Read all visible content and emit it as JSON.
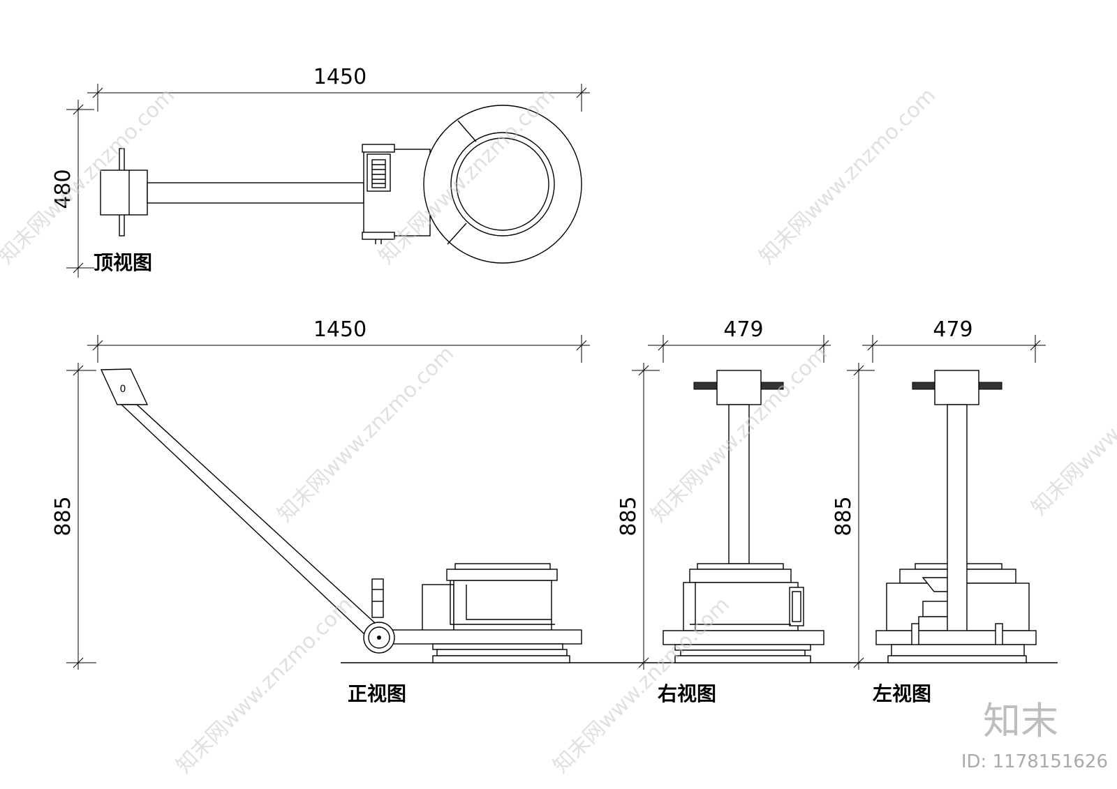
{
  "top_view": {
    "label": "顶视图",
    "width_dim": "1450",
    "height_dim": "480"
  },
  "front_view": {
    "label": "正视图",
    "width_dim": "1450",
    "height_dim": "885",
    "handle_mark": "0"
  },
  "right_view": {
    "label": "右视图",
    "width_dim": "479",
    "height_dim": "885"
  },
  "left_view": {
    "label": "左视图",
    "width_dim": "479",
    "height_dim": "885"
  },
  "watermark": {
    "text": "知末网www.znzmo.com",
    "brand": "知末",
    "id": "ID: 1178151626"
  }
}
